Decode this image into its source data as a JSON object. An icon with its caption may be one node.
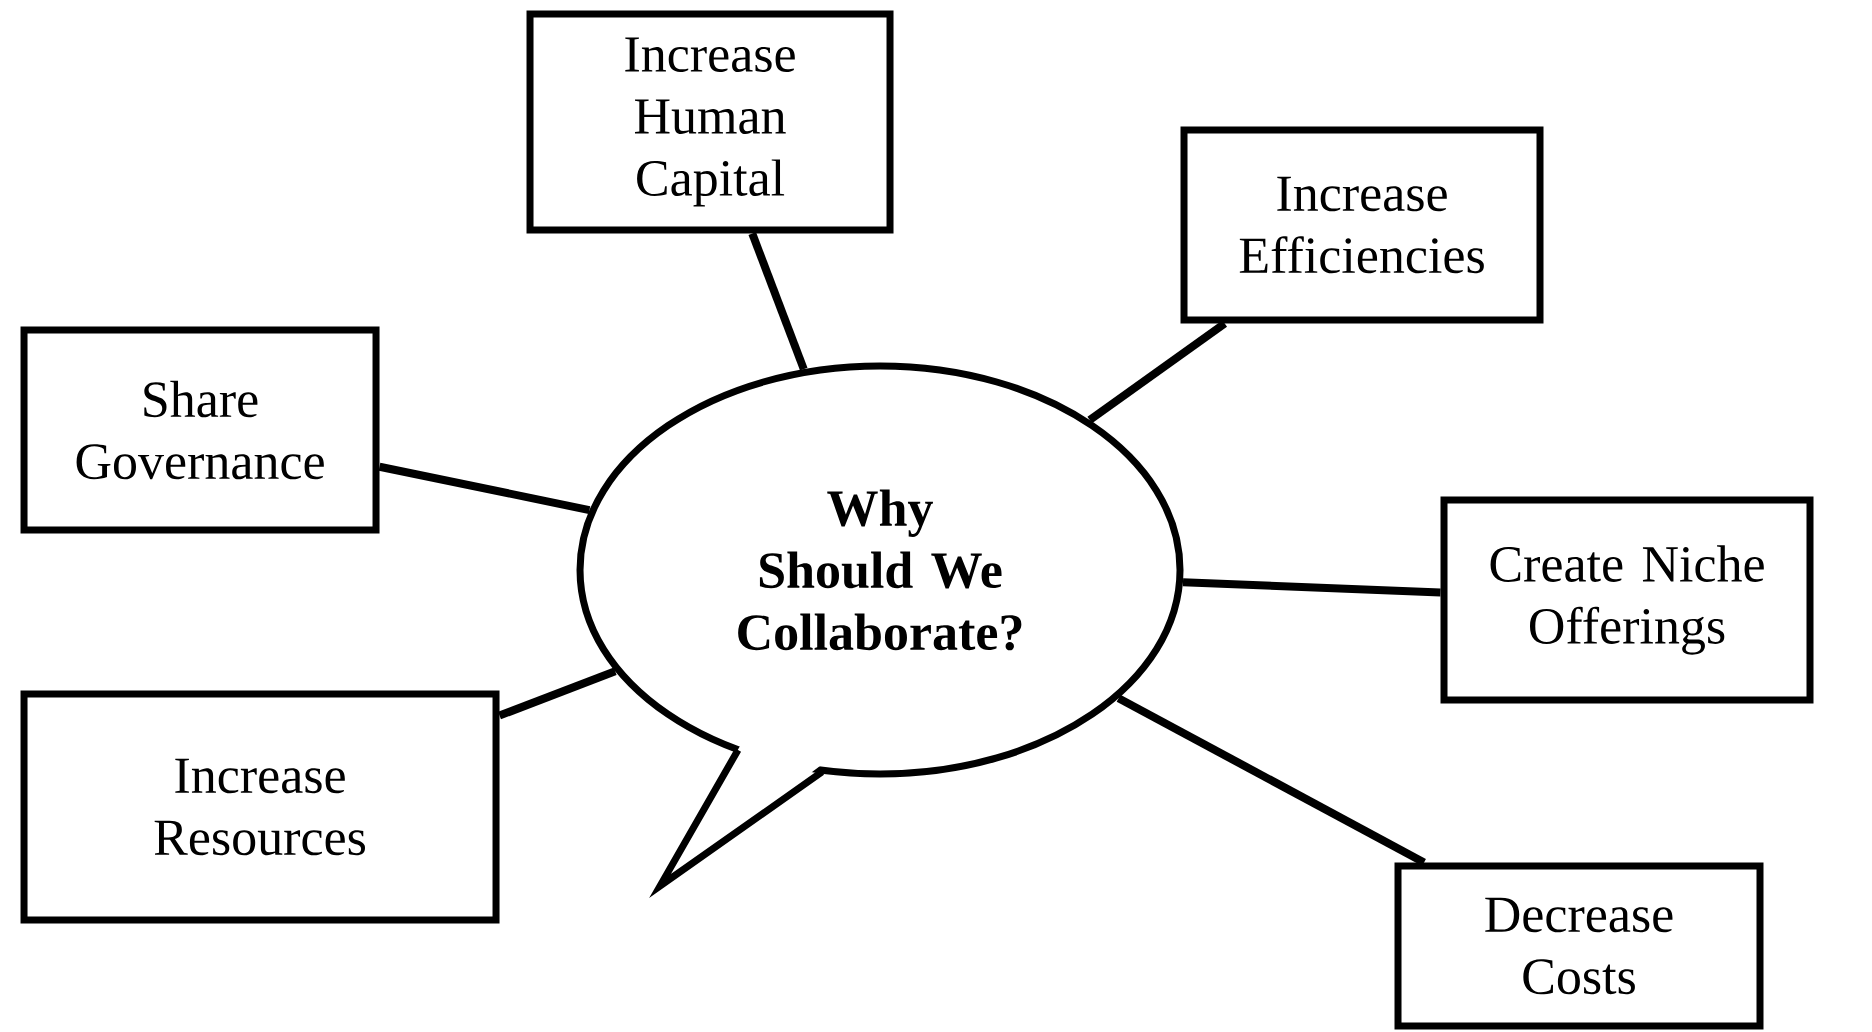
{
  "diagram": {
    "nodes": [
      {
        "text": [
          "Why Should We Collaborate?"
        ]
      },
      {
        "text": [
          "Increase Human Capital"
        ]
      },
      {
        "text": [
          "Increase Efficiencies"
        ]
      },
      {
        "text": [
          "Share Governance"
        ]
      },
      {
        "text": [
          "Create Niche Offerings"
        ]
      },
      {
        "text": [
          "Increase Resources"
        ]
      },
      {
        "text": [
          "Decrease Costs"
        ]
      }
    ],
    "edges": [
      {
        "from": 0,
        "to": 1,
        "arrow": "none"
      },
      {
        "from": 0,
        "to": 2,
        "arrow": "none"
      },
      {
        "from": 0,
        "to": 3,
        "arrow": "none"
      },
      {
        "from": 0,
        "to": 4,
        "arrow": "none"
      },
      {
        "from": 0,
        "to": 5,
        "arrow": "none"
      },
      {
        "from": 0,
        "to": 6,
        "arrow": "none"
      }
    ]
  }
}
